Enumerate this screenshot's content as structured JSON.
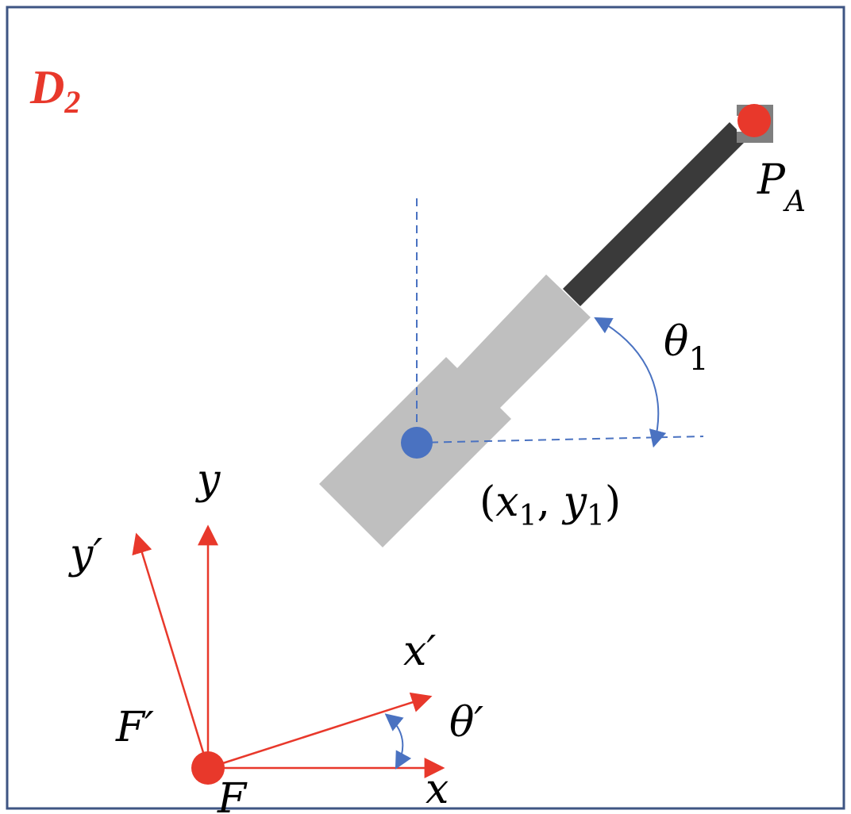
{
  "title": {
    "main": "D",
    "sub": "2",
    "color": "#e8382b"
  },
  "labels": {
    "end_point": {
      "main": "P",
      "sub": "A"
    },
    "angle_1": {
      "main": "θ",
      "sub": "1"
    },
    "center": {
      "open": "(",
      "x": "x",
      "x_sub": "1",
      "comma": ", ",
      "y": "y",
      "y_sub": "1",
      "close": ")"
    },
    "y_axis": "y",
    "y_prime_axis": "y′",
    "x_axis": "x",
    "x_prime_axis": "x′",
    "frame_prime": "F′",
    "frame": "F",
    "theta_prime": "θ′"
  },
  "colors": {
    "border": "#3e5583",
    "arm": "#3a3a3a",
    "body": "#bfbfbf",
    "end_marker": "#7f7f7f",
    "red": "#e8382b",
    "blue": "#4a72c1",
    "text": "#000000"
  }
}
